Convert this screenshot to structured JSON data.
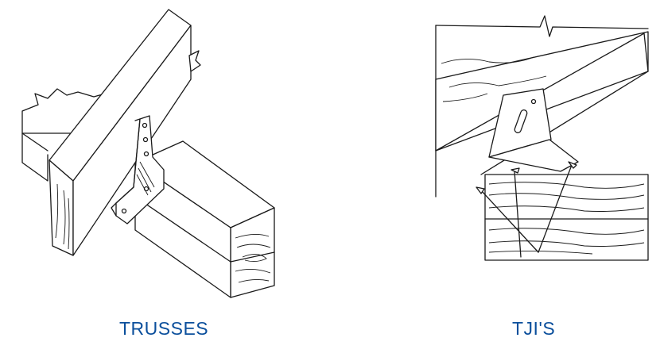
{
  "diagrams": [
    {
      "caption": "TRUSSES"
    },
    {
      "caption": "TJI'S"
    }
  ],
  "colors": {
    "caption": "#0b4f9c",
    "line": "#1a1a1a"
  },
  "icons": [
    "truss-hanger-connection-drawing",
    "tji-hanger-connection-drawing"
  ]
}
